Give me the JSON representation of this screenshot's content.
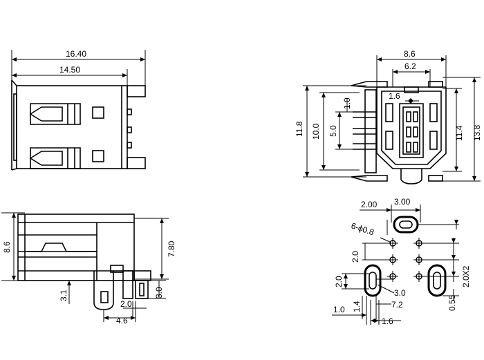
{
  "dims": {
    "top_width_overall": "16.40",
    "top_width_body": "14.50",
    "front_width_outer": "8.6",
    "front_width_inner": "6.2",
    "front_pitch_small": "1.6",
    "front_height_a": "11.8",
    "front_height_b": "10.0",
    "front_height_c": "5.0",
    "front_height_d": "1.0",
    "front_height_e": "11.4",
    "front_height_f": "13.8",
    "side_height": "8.6",
    "side_height_body": "7.80",
    "side_pin_a": "3.1",
    "side_pin_b": "2.0",
    "side_pin_c": "4.6",
    "side_pin_d": "3.0",
    "fp_a": "2.00",
    "fp_b": "3.00",
    "fp_holes": "6-ϕ0.8",
    "fp_c": "2.0",
    "fp_d": "2.0",
    "fp_e": "3.0",
    "fp_f": "2.0X2",
    "fp_g": "7.2",
    "fp_h": "1.4",
    "fp_i": "1.0",
    "fp_j": "1.6",
    "fp_k": "0.55"
  }
}
